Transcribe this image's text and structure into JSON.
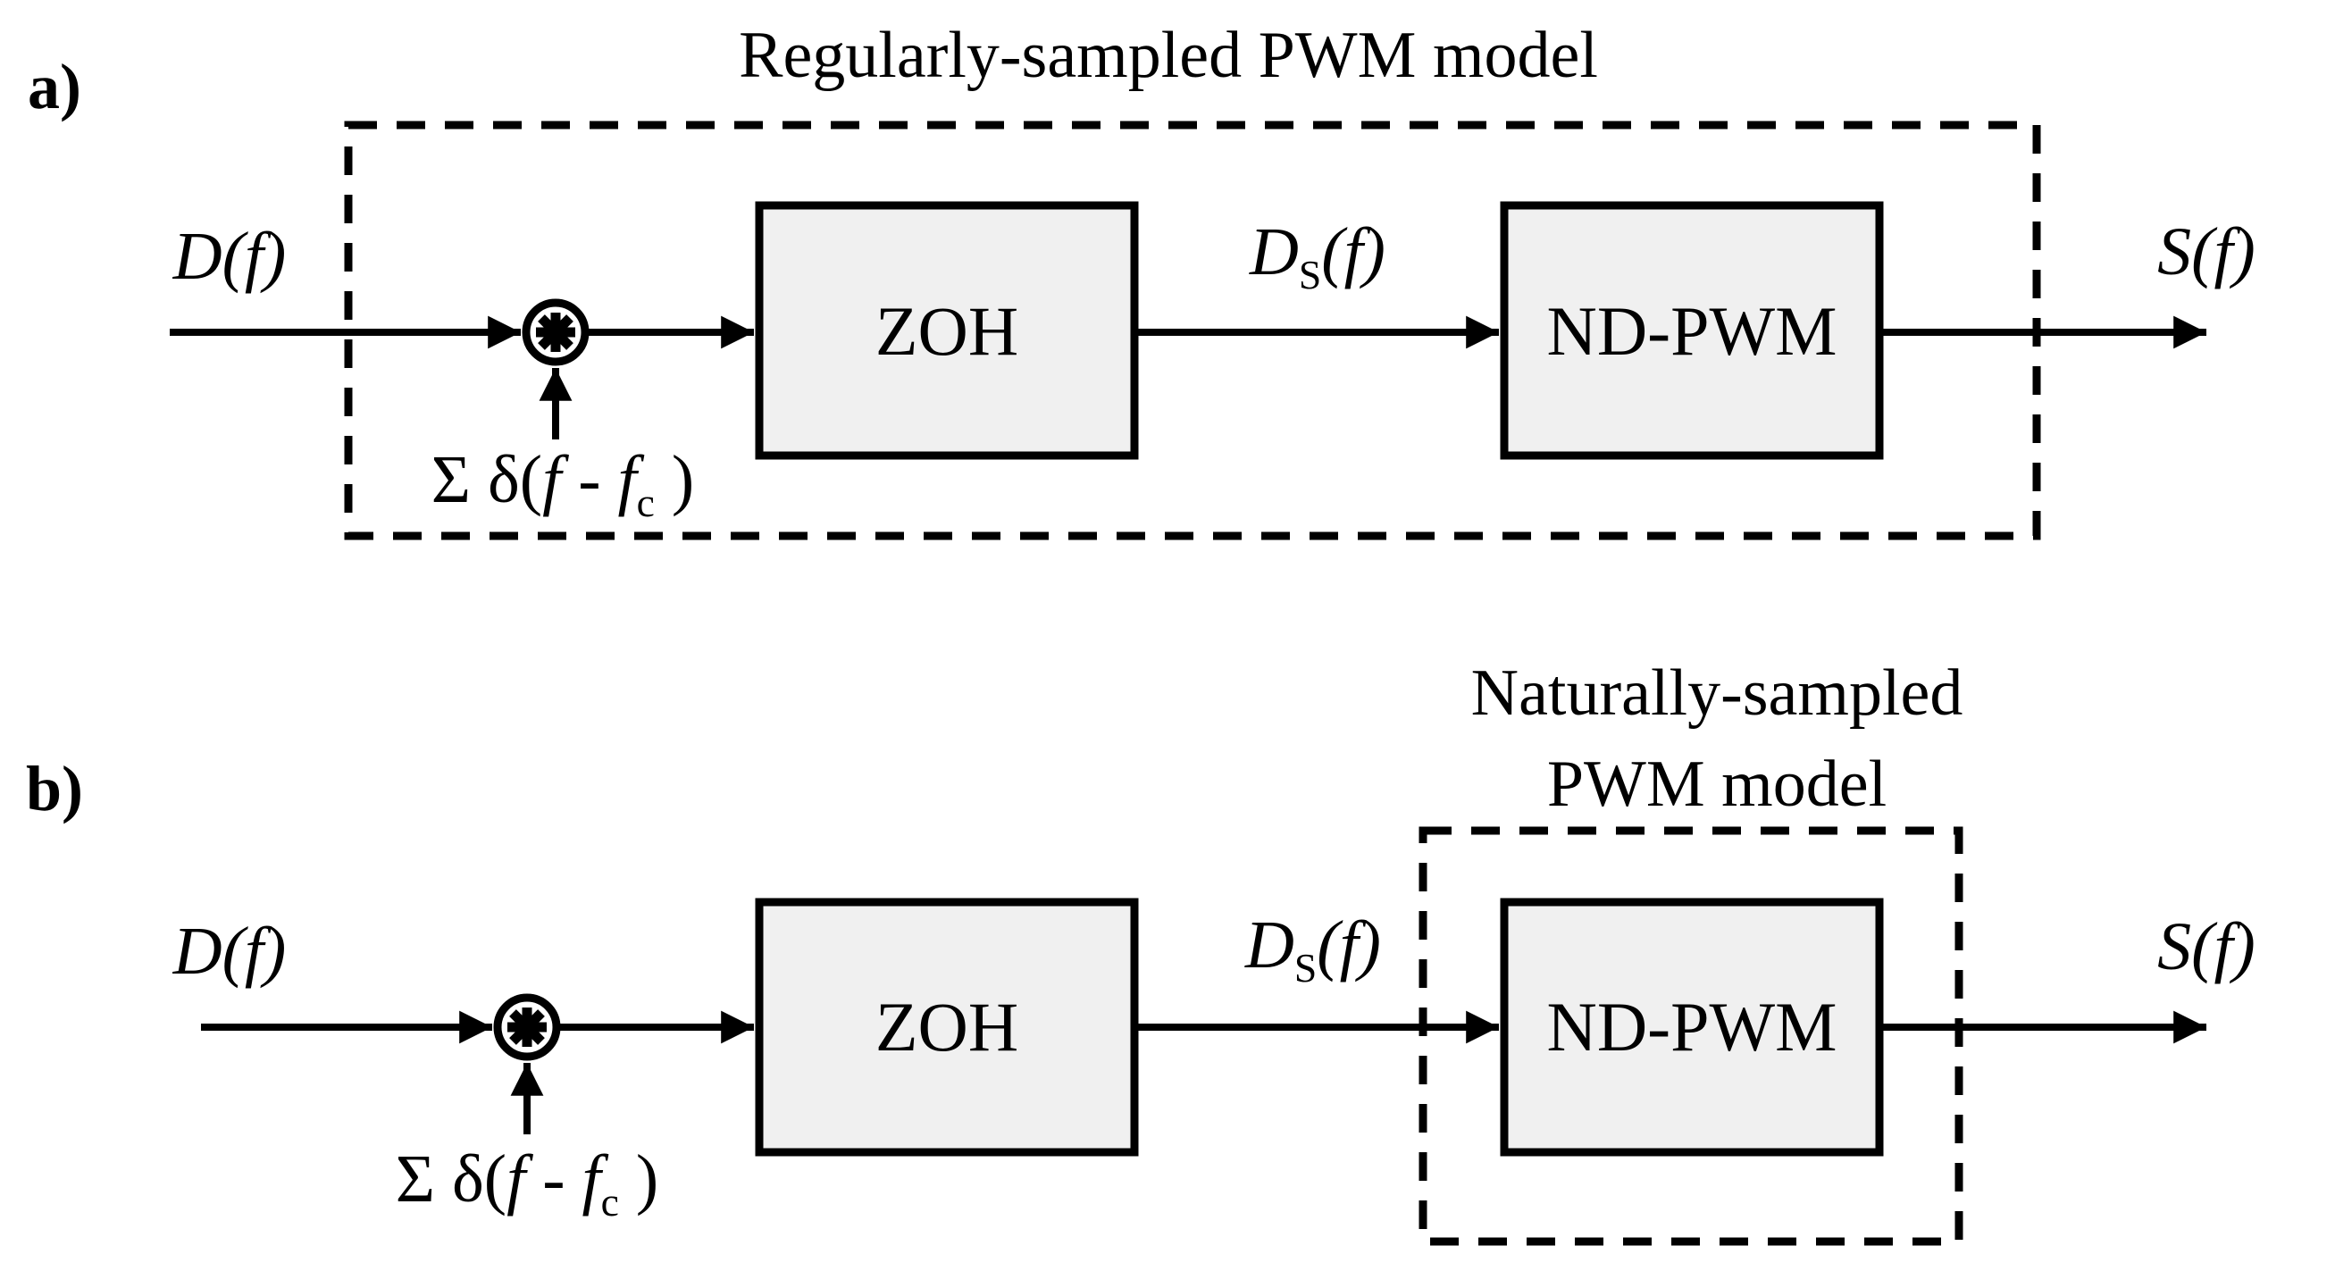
{
  "colors": {
    "line": "#000000",
    "box_fill": "#f0f0f0",
    "background": "#ffffff",
    "text": "#000000"
  },
  "diagram_a": {
    "panel_label": "a)",
    "title": "Regularly-sampled PWM model",
    "input_signal": {
      "base": "D",
      "args": "(f)"
    },
    "sampled_signal": {
      "base": "D",
      "sub": "S",
      "args": "(f)"
    },
    "output_signal": {
      "base": "S",
      "args": "(f)"
    },
    "impulse_train": {
      "prefix": "Σ δ(",
      "f1": "f",
      "minus": " - ",
      "f2": "f",
      "sub": "c",
      "close": " )"
    },
    "operator_node": "convolution-asterisk",
    "blocks": [
      {
        "label": "ZOH"
      },
      {
        "label": "ND-PWM"
      }
    ]
  },
  "diagram_b": {
    "panel_label": "b)",
    "title_line1": "Naturally-sampled",
    "title_line2": "PWM model",
    "input_signal": {
      "base": "D",
      "args": "(f)"
    },
    "sampled_signal": {
      "base": "D",
      "sub": "S",
      "args": "(f)"
    },
    "output_signal": {
      "base": "S",
      "args": "(f)"
    },
    "impulse_train": {
      "prefix": "Σ δ(",
      "f1": "f",
      "minus": " - ",
      "f2": "f",
      "sub": "c",
      "close": " )"
    },
    "operator_node": "convolution-asterisk",
    "blocks": [
      {
        "label": "ZOH"
      },
      {
        "label": "ND-PWM"
      }
    ]
  }
}
